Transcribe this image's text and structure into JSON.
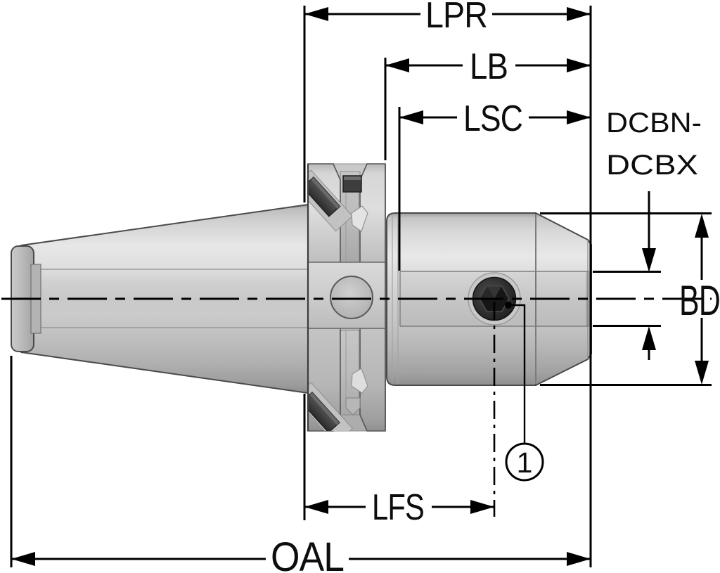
{
  "figure": {
    "type": "technical-drawing",
    "subject": "end-mill-holder-side-view-with-dimensions",
    "background": "#ffffff",
    "dimension_labels": {
      "lpr": "LPR",
      "lb": "LB",
      "lsc": "LSC",
      "bd": "BD",
      "lfs": "LFS",
      "oal": "OAL"
    },
    "diameter_label": {
      "line1": "DCBN-",
      "line2": "DCBX"
    },
    "callout": {
      "number": "1"
    },
    "colors": {
      "line": "#000000",
      "metal_highlight": "#e7e7e7",
      "metal_mid": "#c9c9c9",
      "metal_shadow": "#8f8f8f",
      "slot_dark": "#2b2b2b"
    }
  }
}
